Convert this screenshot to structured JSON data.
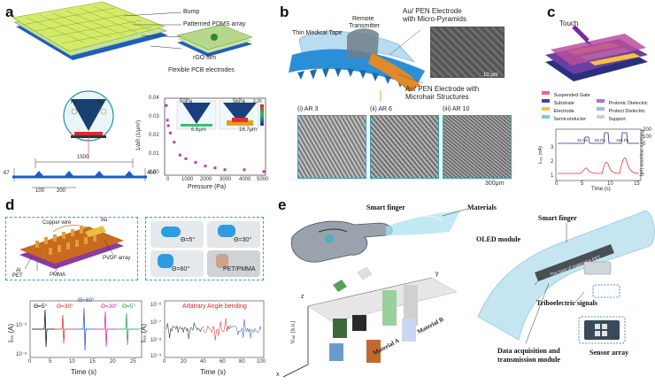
{
  "panels": {
    "a": {
      "letter": "a",
      "labels": {
        "bump": "Bump",
        "pdms": "Patterned PDMS array",
        "rgo": "rGO film",
        "pcb": "Flexible PCB electrodes",
        "r1": "R₁",
        "r2": "R₂",
        "dim_1500": "1500",
        "dim_200": "200",
        "dim_100": "100",
        "dim_67": "67",
        "dim_400": "400"
      },
      "inset": {
        "p1": "50Pa",
        "p2": "5kPa",
        "d1": "6.6μm",
        "d2": "16.7μm",
        "cbar_top": "2.26"
      },
      "chart": {
        "ylabel": "1/ΔR (1/μm²)",
        "xlabel": "Pressure (Pa)",
        "yticks": [
          "0.00",
          "0.01",
          "0.02",
          "0.03",
          "0.04"
        ],
        "xticks": [
          "0",
          "1000",
          "2000",
          "3000",
          "4000",
          "5000"
        ]
      }
    },
    "b": {
      "letter": "b",
      "labels": {
        "tape": "Thin Medical Tape",
        "remote": "Remote",
        "transmitter": "Transmitter",
        "pyramids_1": "Au/ PEN Electrode",
        "pyramids_2": "with Micro-Pyramids",
        "scale_10": "10 μm",
        "hair_1": "Au/ PEN Electrode with",
        "hair_2": "Microhair Structures",
        "ar1": "(i) AR 3",
        "ar2": "(ii) AR 6",
        "ar3": "(iii) AR 10",
        "scale_300": "300μm"
      }
    },
    "c": {
      "letter": "c",
      "labels": {
        "touch": "Touch"
      },
      "legend": [
        {
          "text": "Suspended Gate",
          "color": "#e2659c"
        },
        {
          "text": "Protonic Dielectric",
          "color": "#b86fd0"
        },
        {
          "text": "Substrate",
          "color": "#3c4a9a"
        },
        {
          "text": "Protect Dielectric",
          "color": "#9fb8e4"
        },
        {
          "text": "Electrode",
          "color": "#f2c33a"
        },
        {
          "text": "Support",
          "color": "#d0d0d0"
        },
        {
          "text": "Semiconductor",
          "color": "#7ec8e0"
        }
      ],
      "chart": {
        "ylabel_left": "Iₙₒ₃ (nA)",
        "ylabel_right": "Pressure response (µA)",
        "xlabel": "Time (s)",
        "pressures": [
          "40 Pa",
          "80 Pa",
          "160 Pa"
        ],
        "xticks": [
          "0",
          "5",
          "10",
          "15"
        ],
        "yticks_left": [
          "1",
          "2",
          "3"
        ],
        "yticks_right": [
          "0",
          "100",
          "200"
        ]
      }
    },
    "d": {
      "letter": "d",
      "labels": {
        "copper": "Copper wire",
        "au": "Au",
        "al": "Al",
        "pet": "PET",
        "pvdf": "PVDF array",
        "pmma": "PMMA"
      },
      "photos": [
        "Θ=5°",
        "Θ=30°",
        "Θ=60°",
        "PET/PMMA"
      ],
      "chart_left": {
        "ylabel": "Iₙₛ (A)",
        "xlabel": "Time (s)",
        "angles": [
          "Θ=5°",
          "Θ=30°",
          "Θ=60°",
          "Θ=30°",
          "Θ=5°"
        ],
        "xticks": [
          "0",
          "5",
          "10",
          "15",
          "20",
          "25"
        ],
        "yticks": [
          "10⁻⁶",
          "10⁻⁸"
        ]
      },
      "chart_right": {
        "title": "Arbitrary Angle bending",
        "ylabel": "Iₙₛ (A)",
        "xlabel": "Time (s)",
        "xticks": [
          "0",
          "20",
          "40",
          "60",
          "80",
          "100"
        ],
        "yticks": [
          "10⁻⁶",
          "10⁻⁷",
          "10⁻⁸",
          "10⁻⁹"
        ]
      }
    },
    "e": {
      "letter": "e",
      "labels": {
        "smart_finger_1": "Smart finger",
        "materials": "Materials",
        "smart_finger_2": "Smart finger",
        "oled": "OLED module",
        "tribo": "Triboelectric signals",
        "daq_1": "Data acquisition and",
        "daq_2": "transmission module",
        "sensor": "Sensor array",
        "mat_a": "Material A",
        "mat_b": "Material B",
        "axis_z": "z",
        "axis_y": "y",
        "axis_x": "x",
        "vout": "Vₒᵤₜ (a.u.)",
        "oled_text": "The type of material is PET"
      }
    }
  }
}
